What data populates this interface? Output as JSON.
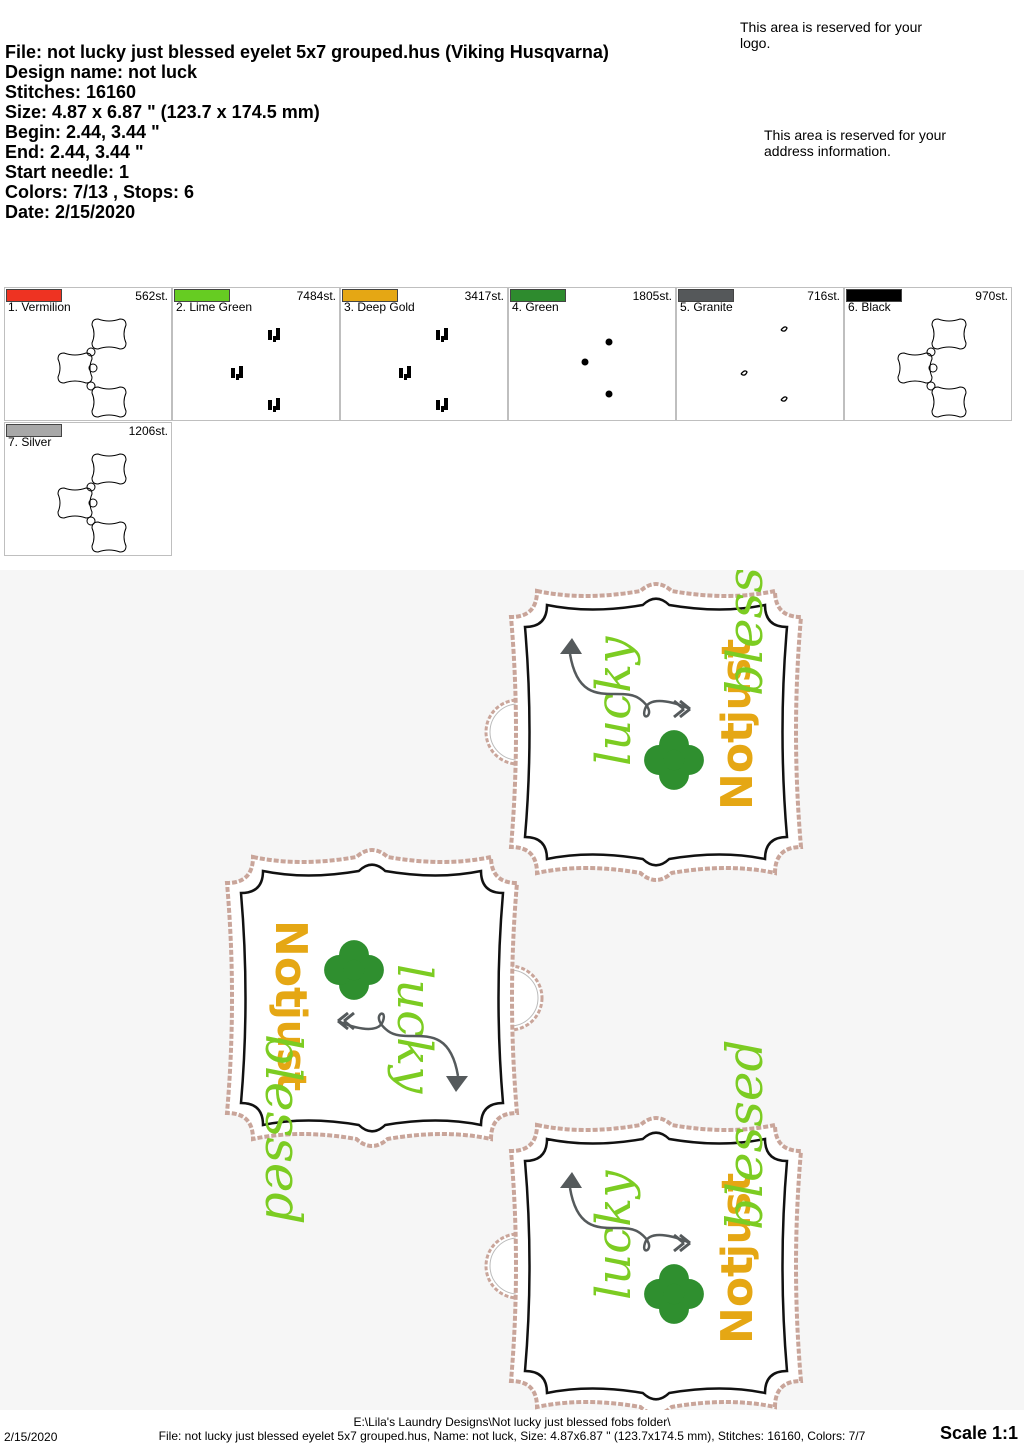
{
  "header": {
    "file": "File: not lucky just blessed eyelet 5x7 grouped.hus  (Viking Husqvarna)",
    "design_name": "Design name: not luck",
    "stitches": "Stitches: 16160",
    "size": "Size: 4.87 x 6.87 \" (123.7 x 174.5 mm)",
    "begin": "Begin: 2.44, 3.44 \"",
    "end": "End: 2.44, 3.44 \"",
    "start_needle": "Start needle: 1",
    "colors": "Colors: 7/13 , Stops: 6",
    "date": "Date: 2/15/2020"
  },
  "reserved": {
    "logo": "This area is reserved for your logo.",
    "address": "This area is reserved for your address information."
  },
  "swatches": [
    {
      "label": "1. Vermilion",
      "stitches": "562st.",
      "color": "#ee3322",
      "icon": "fob-outlines"
    },
    {
      "label": "2. Lime Green",
      "stitches": "7484st.",
      "color": "#66cc22",
      "icon": "text-fragments"
    },
    {
      "label": "3. Deep Gold",
      "stitches": "3417st.",
      "color": "#e5a714",
      "icon": "text-fragments"
    },
    {
      "label": "4. Green",
      "stitches": "1805st.",
      "color": "#2e8b2e",
      "icon": "dots"
    },
    {
      "label": "5. Granite",
      "stitches": "716st.",
      "color": "#55585a",
      "icon": "arrow-fragments"
    },
    {
      "label": "6. Black",
      "stitches": "970st.",
      "color": "#000000",
      "icon": "fob-outlines"
    },
    {
      "label": "7. Silver",
      "stitches": "1206st.",
      "color": "#a8a8a8",
      "icon": "fob-outlines"
    }
  ],
  "preview": {
    "text_words": [
      "Not",
      "lucky",
      "just",
      "blessed"
    ],
    "colors": {
      "gold": "#e5a714",
      "lime": "#7ccc22",
      "green": "#2f8f2f",
      "granite": "#555a5c",
      "satin": "#c9a59a",
      "black": "#111111"
    }
  },
  "footer": {
    "date": "2/15/2020",
    "path": "E:\\Lila's Laundry Designs\\Not lucky just blessed fobs folder\\",
    "file_line": "File: not lucky just blessed eyelet 5x7 grouped.hus, Name: not luck, Size: 4.87x6.87 \" (123.7x174.5 mm), Stitches: 16160, Colors: 7/7",
    "scale": "Scale 1:1"
  }
}
